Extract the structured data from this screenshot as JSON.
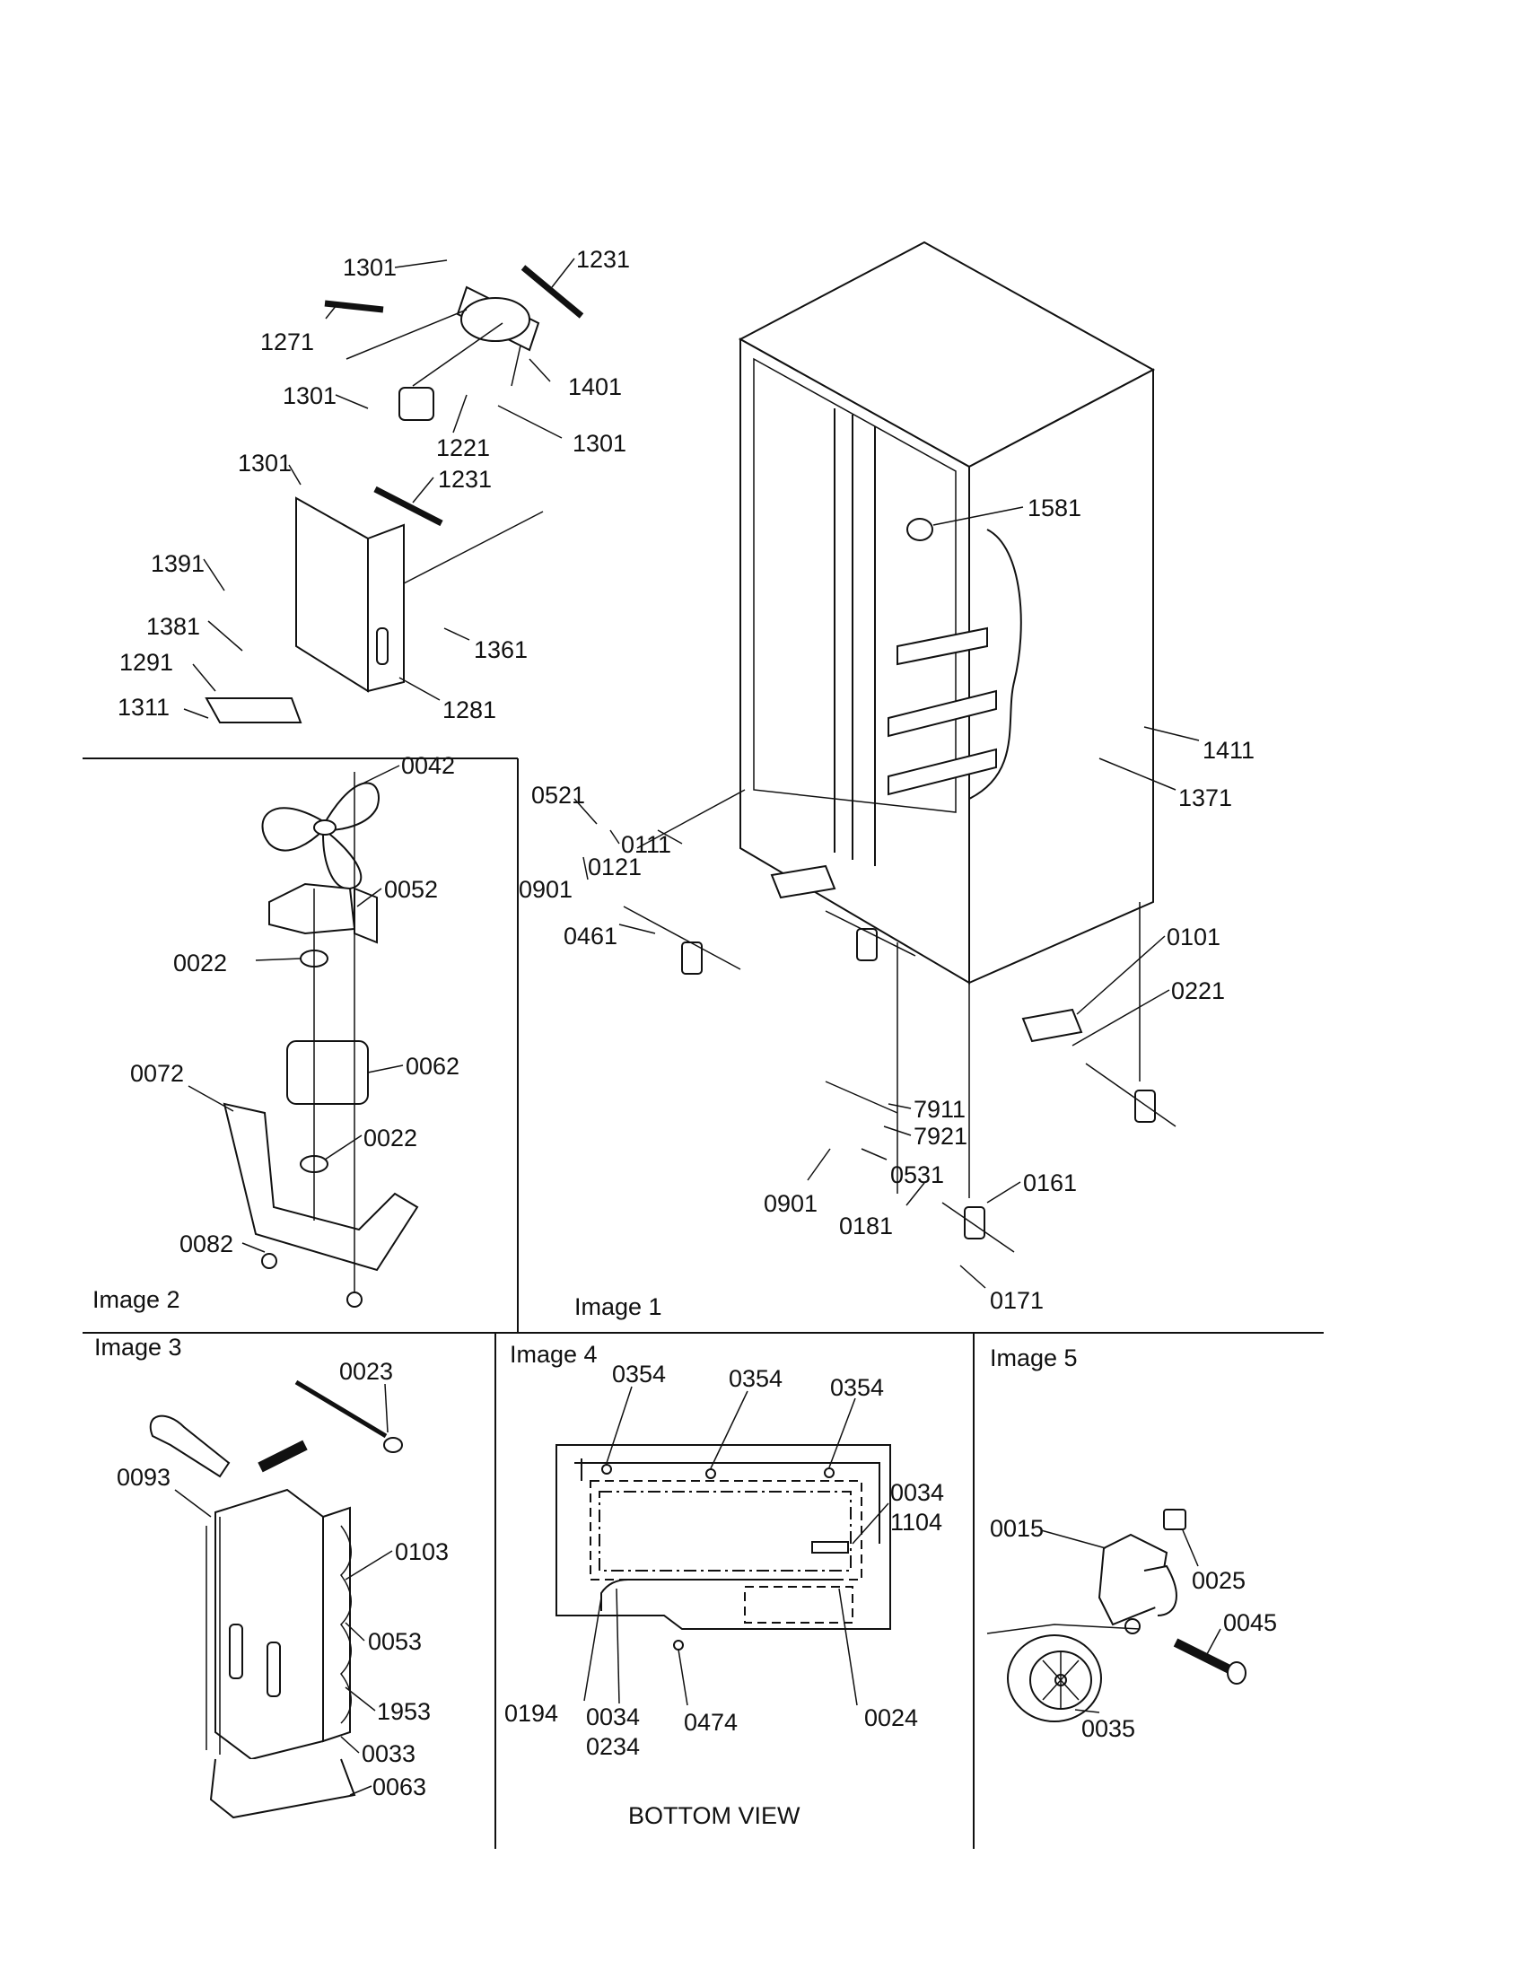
{
  "panels": {
    "image1": "Image 1",
    "image2": "Image 2",
    "image3": "Image 3",
    "image4": "Image 4",
    "image5": "Image 5"
  },
  "bottom_view": "BOTTOM VIEW",
  "callouts": {
    "p1301a": "1301",
    "p1231a": "1231",
    "p1271": "1271",
    "p1301b": "1301",
    "p1401": "1401",
    "p1221": "1221",
    "p1301c": "1301",
    "p1301d": "1301",
    "p1231b": "1231",
    "p1391": "1391",
    "p1381": "1381",
    "p1361": "1361",
    "p1291": "1291",
    "p1311": "1311",
    "p1281": "1281",
    "p1581": "1581",
    "p1411": "1411",
    "p1371": "1371",
    "p0521": "0521",
    "p0111": "0111",
    "p0121": "0121",
    "p0901a": "0901",
    "p0461": "0461",
    "p0101": "0101",
    "p0221": "0221",
    "p7911": "7911",
    "p7921": "7921",
    "p0531": "0531",
    "p0901b": "0901",
    "p0181": "0181",
    "p0161": "0161",
    "p0171": "0171",
    "p0042": "0042",
    "p0052": "0052",
    "p0022a": "0022",
    "p0062": "0062",
    "p0072": "0072",
    "p0022b": "0022",
    "p0082": "0082",
    "p0023": "0023",
    "p0093": "0093",
    "p0103": "0103",
    "p0053": "0053",
    "p1953": "1953",
    "p0033": "0033",
    "p0063": "0063",
    "p0354a": "0354",
    "p0354b": "0354",
    "p0354c": "0354",
    "p0034a": "0034",
    "p1104": "1104",
    "p0194": "0194",
    "p0034b": "0034",
    "p0234": "0234",
    "p0474": "0474",
    "p0024": "0024",
    "p0015": "0015",
    "p0025": "0025",
    "p0045": "0045",
    "p0035": "0035"
  }
}
